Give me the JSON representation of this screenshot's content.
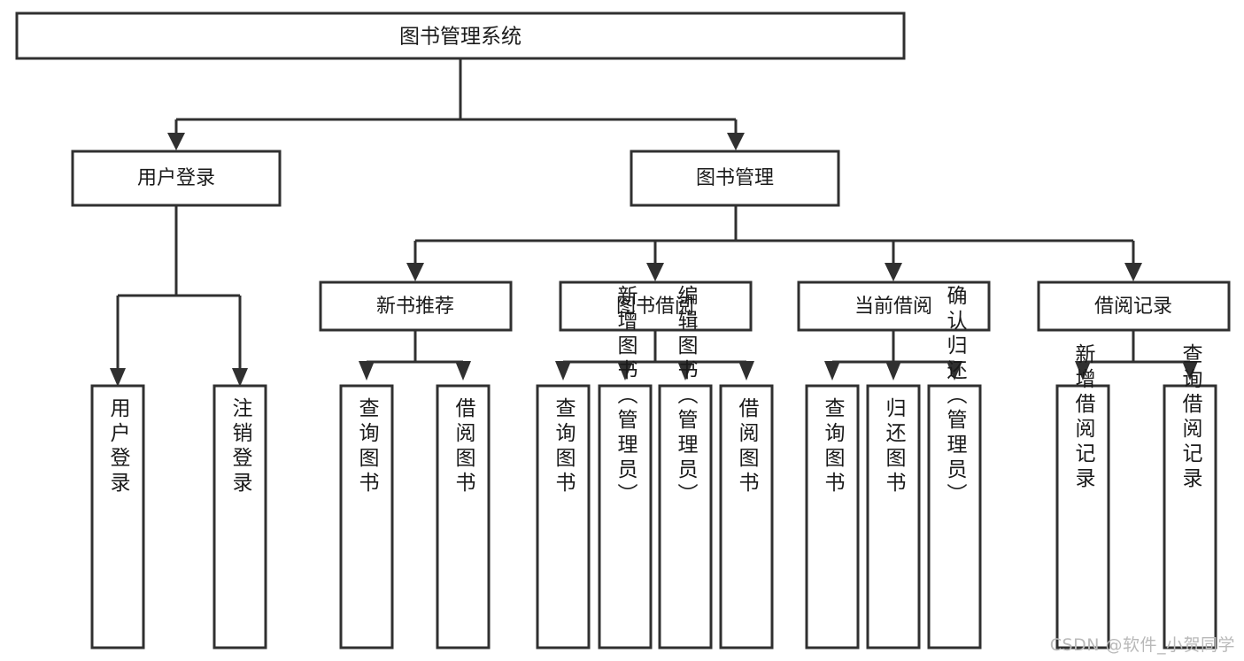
{
  "diagram": {
    "type": "tree-hierarchy-chart",
    "title": "图书管理系统",
    "root": {
      "id": "root",
      "label": "图书管理系统",
      "orientation": "horizontal"
    },
    "level2": [
      {
        "id": "user-login",
        "label": "用户登录",
        "orientation": "horizontal"
      },
      {
        "id": "book-manage",
        "label": "图书管理",
        "orientation": "horizontal"
      }
    ],
    "level3": [
      {
        "id": "new-book-recommend",
        "label": "新书推荐",
        "orientation": "horizontal",
        "parent": "book-manage"
      },
      {
        "id": "book-borrow",
        "label": "图书借阅",
        "orientation": "horizontal",
        "parent": "book-manage"
      },
      {
        "id": "current-borrow",
        "label": "当前借阅",
        "orientation": "horizontal",
        "parent": "book-manage"
      },
      {
        "id": "borrow-record",
        "label": "借阅记录",
        "orientation": "horizontal",
        "parent": "book-manage"
      }
    ],
    "leaves": [
      {
        "id": "leaf-user-login",
        "label": "用户登录",
        "orientation": "vertical",
        "parent": "user-login"
      },
      {
        "id": "leaf-user-logout",
        "label": "注销登录",
        "orientation": "vertical",
        "parent": "user-login"
      },
      {
        "id": "leaf-query-book-1",
        "label": "查询图书",
        "orientation": "vertical",
        "parent": "new-book-recommend"
      },
      {
        "id": "leaf-borrow-book-1",
        "label": "借阅图书",
        "orientation": "vertical",
        "parent": "new-book-recommend"
      },
      {
        "id": "leaf-query-book-2",
        "label": "查询图书",
        "orientation": "vertical",
        "parent": "book-borrow"
      },
      {
        "id": "leaf-add-book",
        "label": "新增图书（管理员）",
        "orientation": "vertical",
        "parent": "book-borrow"
      },
      {
        "id": "leaf-edit-book",
        "label": "编辑图书（管理员）",
        "orientation": "vertical",
        "parent": "book-borrow"
      },
      {
        "id": "leaf-borrow-book-2",
        "label": "借阅图书",
        "orientation": "vertical",
        "parent": "book-borrow"
      },
      {
        "id": "leaf-query-book-3",
        "label": "查询图书",
        "orientation": "vertical",
        "parent": "current-borrow"
      },
      {
        "id": "leaf-return-book",
        "label": "归还图书",
        "orientation": "vertical",
        "parent": "current-borrow"
      },
      {
        "id": "leaf-confirm-return",
        "label": "确认归还（管理员）",
        "orientation": "vertical",
        "parent": "current-borrow"
      },
      {
        "id": "leaf-add-record",
        "label": "新增借阅记录",
        "orientation": "vertical",
        "parent": "borrow-record"
      },
      {
        "id": "leaf-query-record",
        "label": "查询借阅记录",
        "orientation": "vertical",
        "parent": "borrow-record"
      }
    ],
    "colors": {
      "stroke": "#303030",
      "fill": "#ffffff",
      "text": "#1a1a1a",
      "watermark": "#b9b9b9",
      "background": "#ffffff"
    }
  },
  "watermark": {
    "text": "CSDN @软件_小贺同学"
  }
}
